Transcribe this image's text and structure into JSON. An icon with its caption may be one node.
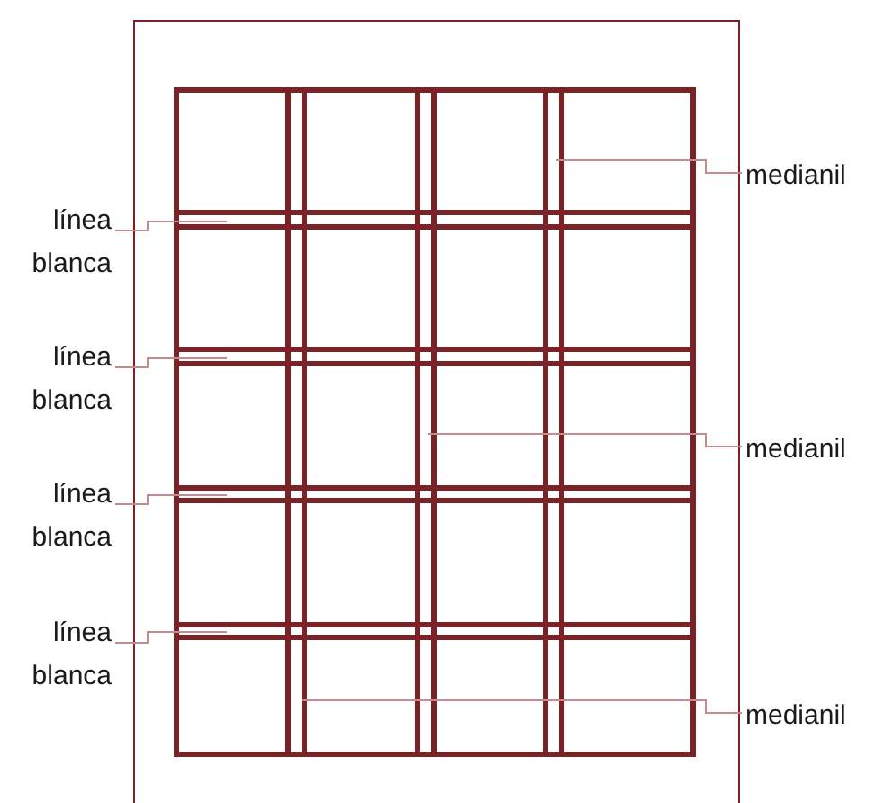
{
  "diagram": {
    "nodes": [
      {
        "text": [
          "medianil"
        ]
      },
      {
        "text": [
          "línea blanca"
        ]
      },
      {
        "text": [
          "línea blanca"
        ]
      },
      {
        "text": [
          "medianil"
        ]
      },
      {
        "text": [
          "línea blanca"
        ]
      },
      {
        "text": [
          "línea blanca"
        ]
      },
      {
        "text": [
          "medianil"
        ]
      }
    ],
    "edges": [
      {
        "from": 0,
        "to": null,
        "arrow": "none"
      },
      {
        "from": 1,
        "to": null,
        "arrow": "none"
      },
      {
        "from": 2,
        "to": null,
        "arrow": "none"
      },
      {
        "from": 3,
        "to": null,
        "arrow": "none"
      },
      {
        "from": 4,
        "to": null,
        "arrow": "none"
      },
      {
        "from": 5,
        "to": null,
        "arrow": "none"
      },
      {
        "from": 6,
        "to": null,
        "arrow": "none"
      }
    ]
  }
}
